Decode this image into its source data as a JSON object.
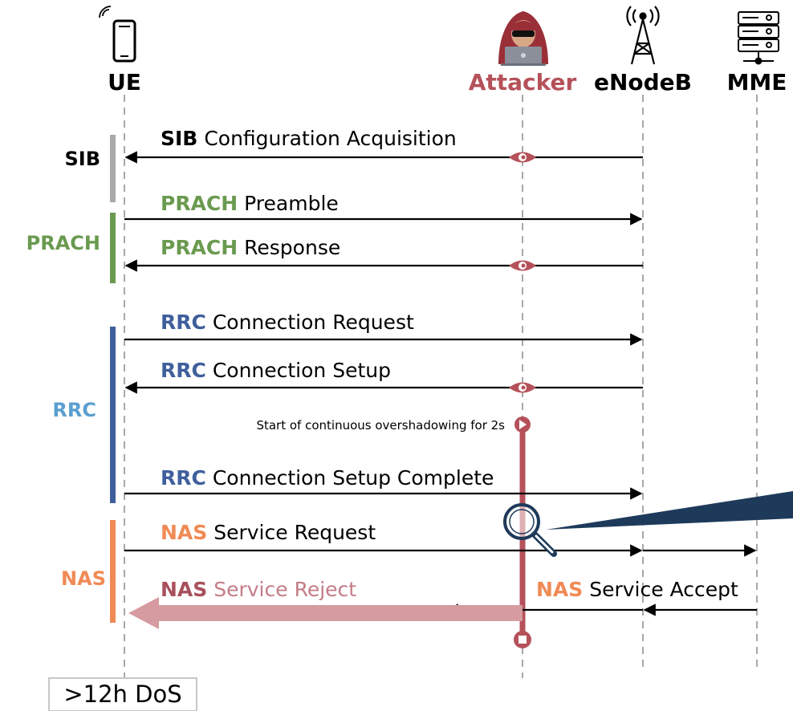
{
  "entities": {
    "ue": "UE",
    "attacker": "Attacker",
    "enodeb": "eNodeB",
    "mme": "MME"
  },
  "icons": {
    "ue": "phone-icon",
    "attacker": "hacker-icon",
    "enodeb": "antenna-tower-icon",
    "mme": "server-icon",
    "eavesdrop": "eye-icon",
    "inspect": "magnifier-icon",
    "start": "play-icon",
    "stop": "stop-icon"
  },
  "bands": {
    "sib": "SIB",
    "prach": "PRACH",
    "rrc": "RRC",
    "nas": "NAS"
  },
  "messages": {
    "sib_config": {
      "kw": "SIB",
      "text": "Configuration Acquisition"
    },
    "prach_preamble": {
      "kw": "PRACH",
      "text": "Preamble"
    },
    "prach_response": {
      "kw": "PRACH",
      "text": "Response"
    },
    "rrc_request": {
      "kw": "RRC",
      "text": "Connection Request"
    },
    "rrc_setup": {
      "kw": "RRC",
      "text": "Connection Setup"
    },
    "rrc_complete": {
      "kw": "RRC",
      "text": "Connection Setup Complete"
    },
    "nas_service_request": {
      "kw": "NAS",
      "text": "Service Request"
    },
    "nas_service_reject": {
      "kw": "NAS",
      "text": "Service Reject"
    },
    "nas_service_accept": {
      "kw": "NAS",
      "text": "Service Accept"
    }
  },
  "overshadow_note": "Start of continuous overshadowing for 2s",
  "dos_label": ">12h DoS",
  "colors": {
    "attacker": "#b5515a",
    "sib": "#000000",
    "sib_bar": "#a9a9a9",
    "prach": "#6a9a4f",
    "rrc_kw": "#3f5f9c",
    "rrc_band": "#5b9fd0",
    "nas": "#f08a55",
    "reject_kw": "#a8505c",
    "reject_text": "#c47c86",
    "reject_arrow": "#d69ba0",
    "callout": "#1e3a5a"
  }
}
